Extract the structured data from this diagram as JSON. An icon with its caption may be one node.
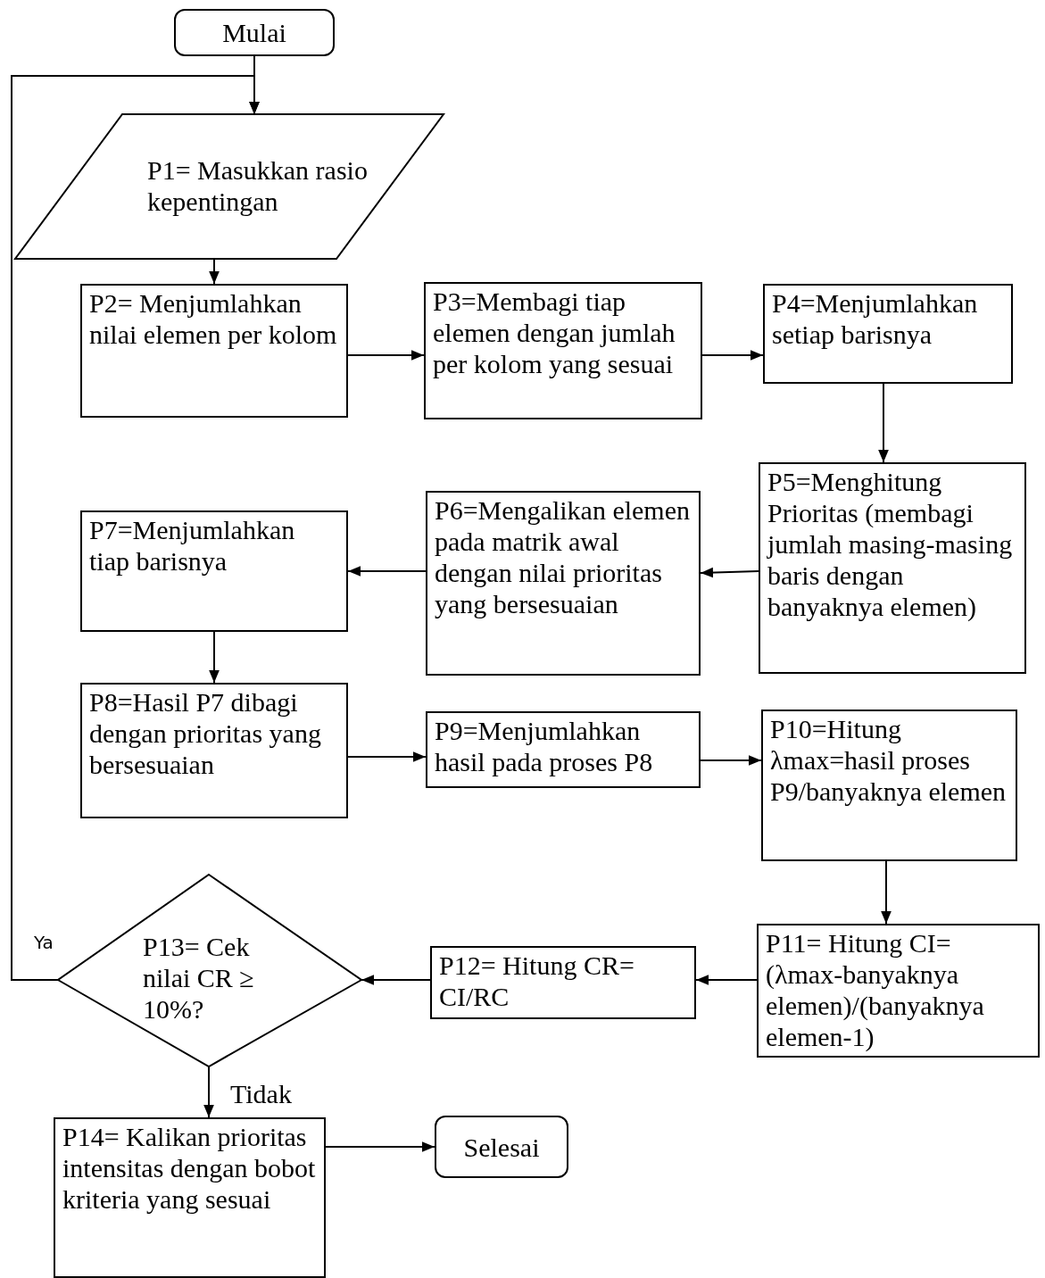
{
  "diagram": {
    "nodes": [
      {
        "text": [
          "Mulai"
        ]
      },
      {
        "text": [
          "P1= Masukkan rasio kepentingan"
        ]
      },
      {
        "text": [
          "P2= Menjumlahkan nilai elemen per kolom"
        ]
      },
      {
        "text": [
          "P3=Membagi tiap elemen dengan jumlah per kolom yang sesuai"
        ]
      },
      {
        "text": [
          "P4=Menjumlahkan setiap barisnya"
        ]
      },
      {
        "text": [
          "P5=Menghitung Prioritas (membagi jumlah masing-masing baris dengan banyaknya elemen)"
        ]
      },
      {
        "text": [
          "P6=Mengalikan elemen pada matrik awal dengan nilai prioritas yang bersesuaian"
        ]
      },
      {
        "text": [
          "P7=Menjumlahkan tiap barisnya"
        ]
      },
      {
        "text": [
          "P8=Hasil P7 dibagi dengan prioritas yang bersesuaian"
        ]
      },
      {
        "text": [
          "P9=Menjumlahkan hasil pada proses P8"
        ]
      },
      {
        "text": [
          "P10=Hitung λmax=hasil proses P9/banyaknya elemen"
        ]
      },
      {
        "text": [
          "P11= Hitung CI= (λmax-banyaknya elemen)/(banyaknya elemen-1)"
        ]
      },
      {
        "text": [
          "P12= Hitung CR= CI/RC"
        ]
      },
      {
        "text": [
          "P13= Cek nilai CR ≥ 10%?"
        ]
      },
      {
        "text": [
          "P14= Kalikan prioritas intensitas dengan bobot kriteria yang sesuai"
        ]
      },
      {
        "text": [
          "Selesai"
        ]
      }
    ],
    "edges": [
      {
        "from": 0,
        "to": 1,
        "arrow": "to"
      },
      {
        "from": 13,
        "to": 1,
        "arrow": "to",
        "label": "Ya"
      },
      {
        "from": 1,
        "to": 2,
        "arrow": "to"
      },
      {
        "from": 2,
        "to": 3,
        "arrow": "to"
      },
      {
        "from": 3,
        "to": 4,
        "arrow": "to"
      },
      {
        "from": 4,
        "to": 5,
        "arrow": "to"
      },
      {
        "from": 5,
        "to": 6,
        "arrow": "to"
      },
      {
        "from": 6,
        "to": 7,
        "arrow": "to"
      },
      {
        "from": 7,
        "to": 8,
        "arrow": "to"
      },
      {
        "from": 8,
        "to": 9,
        "arrow": "to"
      },
      {
        "from": 9,
        "to": 10,
        "arrow": "to"
      },
      {
        "from": 10,
        "to": 11,
        "arrow": "to"
      },
      {
        "from": 11,
        "to": 12,
        "arrow": "to"
      },
      {
        "from": 12,
        "to": 13,
        "arrow": "to"
      },
      {
        "from": 13,
        "to": 14,
        "arrow": "to",
        "label": "Tidak"
      },
      {
        "from": 14,
        "to": 15,
        "arrow": "to"
      }
    ]
  }
}
